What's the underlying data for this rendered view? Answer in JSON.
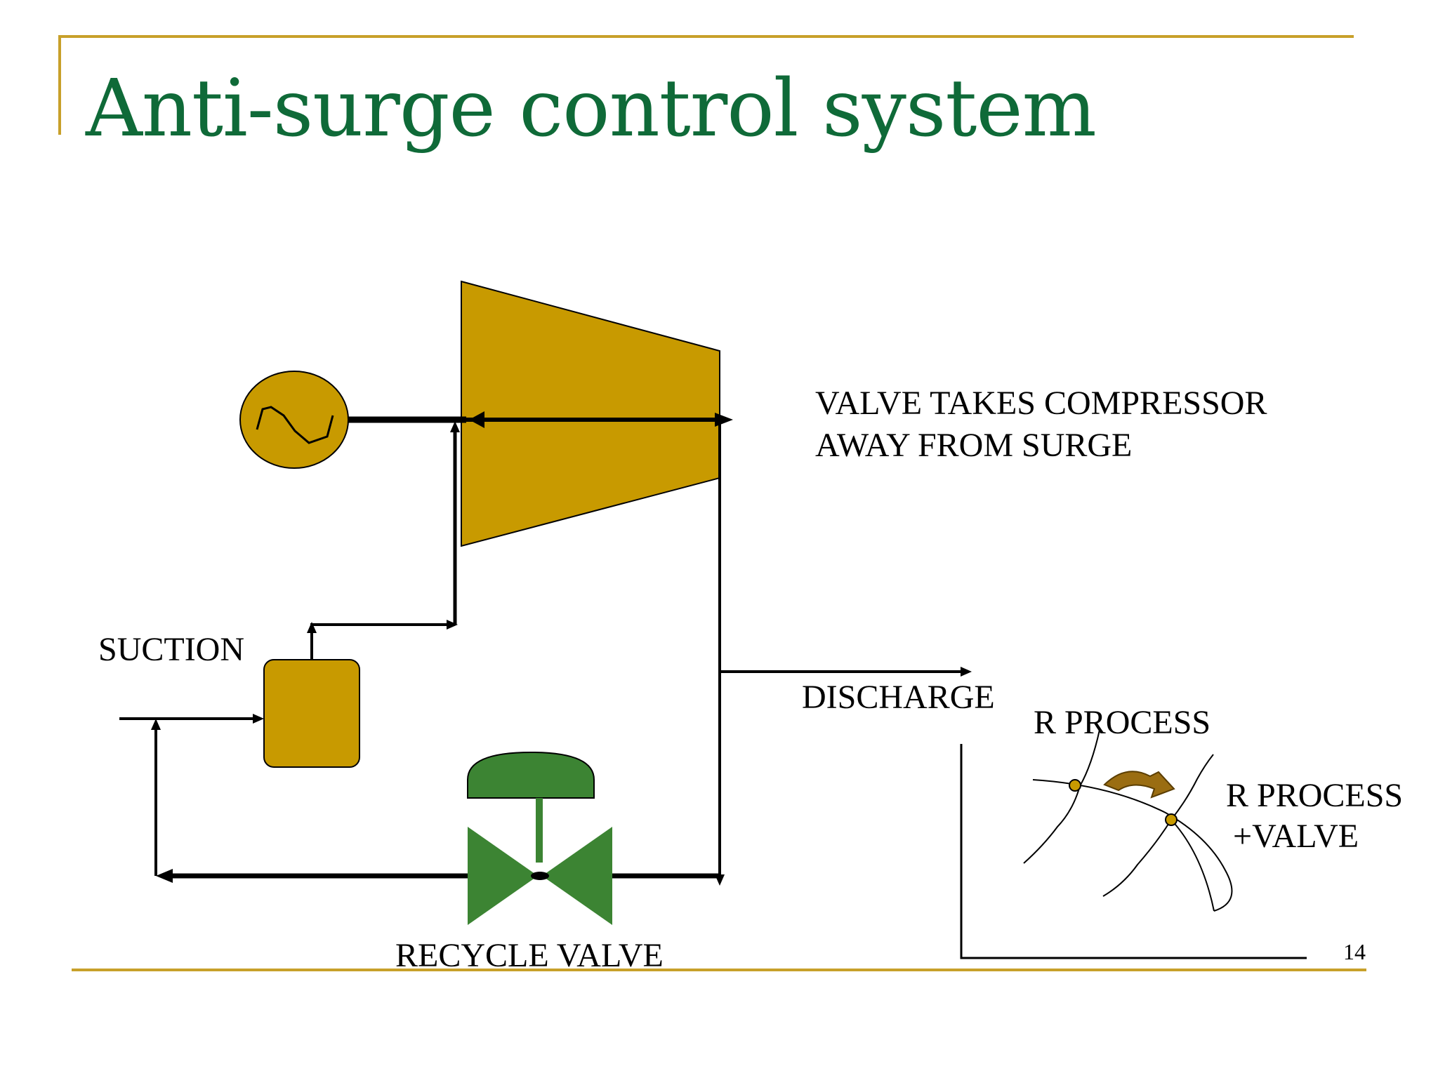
{
  "slide": {
    "title": "Anti-surge control system",
    "page_number": "14"
  },
  "diagram": {
    "labels": {
      "suction": "SUCTION",
      "discharge": "DISCHARGE",
      "recycle_valve": "RECYCLE VALVE",
      "note_line1": "VALVE  TAKES COMPRESSOR",
      "note_line2": "AWAY  FROM SURGE",
      "r_process": "R PROCESS",
      "r_process_valve_line1": "R PROCESS",
      "r_process_valve_line2": "+VALVE"
    }
  },
  "colors": {
    "title": "#0f6a38",
    "rule": "#c8a02a",
    "equipment": "#c89a00",
    "valve": "#3c8433",
    "line": "#000000"
  }
}
